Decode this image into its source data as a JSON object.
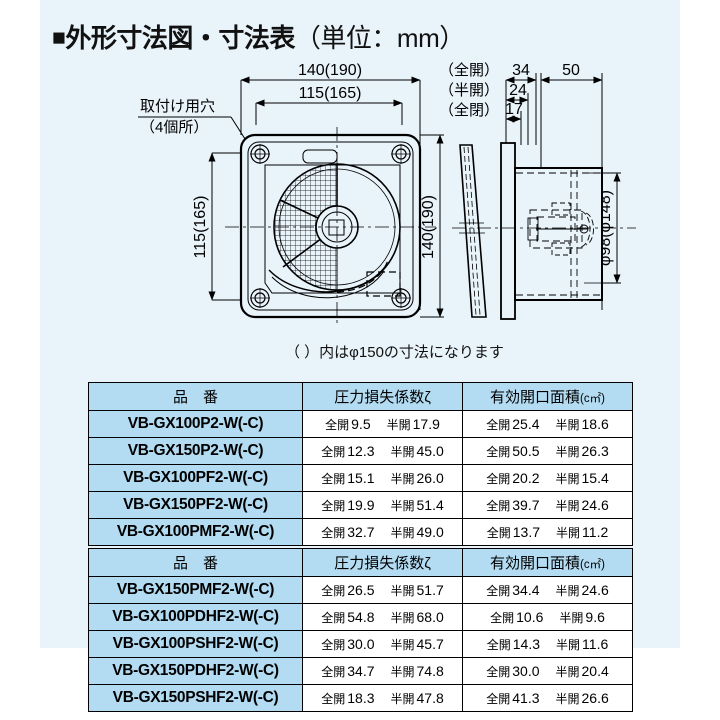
{
  "title": {
    "marker": "■",
    "text": "外形寸法図・寸法表",
    "unit": "（単位：mm）"
  },
  "drawing": {
    "note": "（ ）内はφ150の寸法になります",
    "callout": {
      "line1": "取付け用穴",
      "line2": "（4個所）"
    },
    "dimensions": {
      "front_width": "140(190)",
      "front_inner_width": "115(165)",
      "front_height": "140(190)",
      "front_inner_height": "115(165)",
      "side_full_open_label": "（全開）",
      "side_full_open_value": "34",
      "side_half_open_label": "（半開）",
      "side_half_open_value": "24",
      "side_closed_label": "（全閉）",
      "side_closed_value": "17",
      "side_depth": "50",
      "duct_diameter": "φ98(φ148)"
    }
  },
  "tables": [
    {
      "headers": {
        "model": "品　番",
        "zeta": "圧力損失係数ζ",
        "area": "有効開口面積",
        "area_unit": "(c㎡)"
      },
      "rows": [
        {
          "model": "VB-GX100P2-W(-C)",
          "zeta_open_label": "全開",
          "zeta_open": "9.5",
          "zeta_half_label": "半開",
          "zeta_half": "17.9",
          "area_open_label": "全開",
          "area_open": "25.4",
          "area_half_label": "半開",
          "area_half": "18.6"
        },
        {
          "model": "VB-GX150P2-W(-C)",
          "zeta_open_label": "全開",
          "zeta_open": "12.3",
          "zeta_half_label": "半開",
          "zeta_half": "45.0",
          "area_open_label": "全開",
          "area_open": "50.5",
          "area_half_label": "半開",
          "area_half": "26.3"
        },
        {
          "model": "VB-GX100PF2-W(-C)",
          "zeta_open_label": "全開",
          "zeta_open": "15.1",
          "zeta_half_label": "半開",
          "zeta_half": "26.0",
          "area_open_label": "全開",
          "area_open": "20.2",
          "area_half_label": "半開",
          "area_half": "15.4"
        },
        {
          "model": "VB-GX150PF2-W(-C)",
          "zeta_open_label": "全開",
          "zeta_open": "19.9",
          "zeta_half_label": "半開",
          "zeta_half": "51.4",
          "area_open_label": "全開",
          "area_open": "39.7",
          "area_half_label": "半開",
          "area_half": "24.6"
        },
        {
          "model": "VB-GX100PMF2-W(-C)",
          "zeta_open_label": "全開",
          "zeta_open": "32.7",
          "zeta_half_label": "半開",
          "zeta_half": "49.0",
          "area_open_label": "全開",
          "area_open": "13.7",
          "area_half_label": "半開",
          "area_half": "11.2"
        }
      ]
    },
    {
      "headers": {
        "model": "品　番",
        "zeta": "圧力損失係数ζ",
        "area": "有効開口面積",
        "area_unit": "(c㎡)"
      },
      "rows": [
        {
          "model": "VB-GX150PMF2-W(-C)",
          "zeta_open_label": "全開",
          "zeta_open": "26.5",
          "zeta_half_label": "半開",
          "zeta_half": "51.7",
          "area_open_label": "全開",
          "area_open": "34.4",
          "area_half_label": "半開",
          "area_half": "24.6"
        },
        {
          "model": "VB-GX100PDHF2-W(-C)",
          "zeta_open_label": "全開",
          "zeta_open": "54.8",
          "zeta_half_label": "半開",
          "zeta_half": "68.0",
          "area_open_label": "全開",
          "area_open": "10.6",
          "area_half_label": "半開",
          "area_half": "9.6"
        },
        {
          "model": "VB-GX100PSHF2-W(-C)",
          "zeta_open_label": "全開",
          "zeta_open": "30.0",
          "zeta_half_label": "半開",
          "zeta_half": "45.7",
          "area_open_label": "全開",
          "area_open": "14.3",
          "area_half_label": "半開",
          "area_half": "11.6"
        },
        {
          "model": "VB-GX150PDHF2-W(-C)",
          "zeta_open_label": "全開",
          "zeta_open": "34.7",
          "zeta_half_label": "半開",
          "zeta_half": "74.8",
          "area_open_label": "全開",
          "area_open": "30.0",
          "area_half_label": "半開",
          "area_half": "20.4"
        },
        {
          "model": "VB-GX150PSHF2-W(-C)",
          "zeta_open_label": "全開",
          "zeta_open": "18.3",
          "zeta_half_label": "半開",
          "zeta_half": "47.8",
          "area_open_label": "全開",
          "area_open": "41.3",
          "area_half_label": "半開",
          "area_half": "26.6"
        }
      ]
    }
  ],
  "colors": {
    "panel_bg": "#e9f3fa",
    "header_bg": "#b3dcf2",
    "model_bg": "#b3dcf2",
    "line": "#000000"
  }
}
